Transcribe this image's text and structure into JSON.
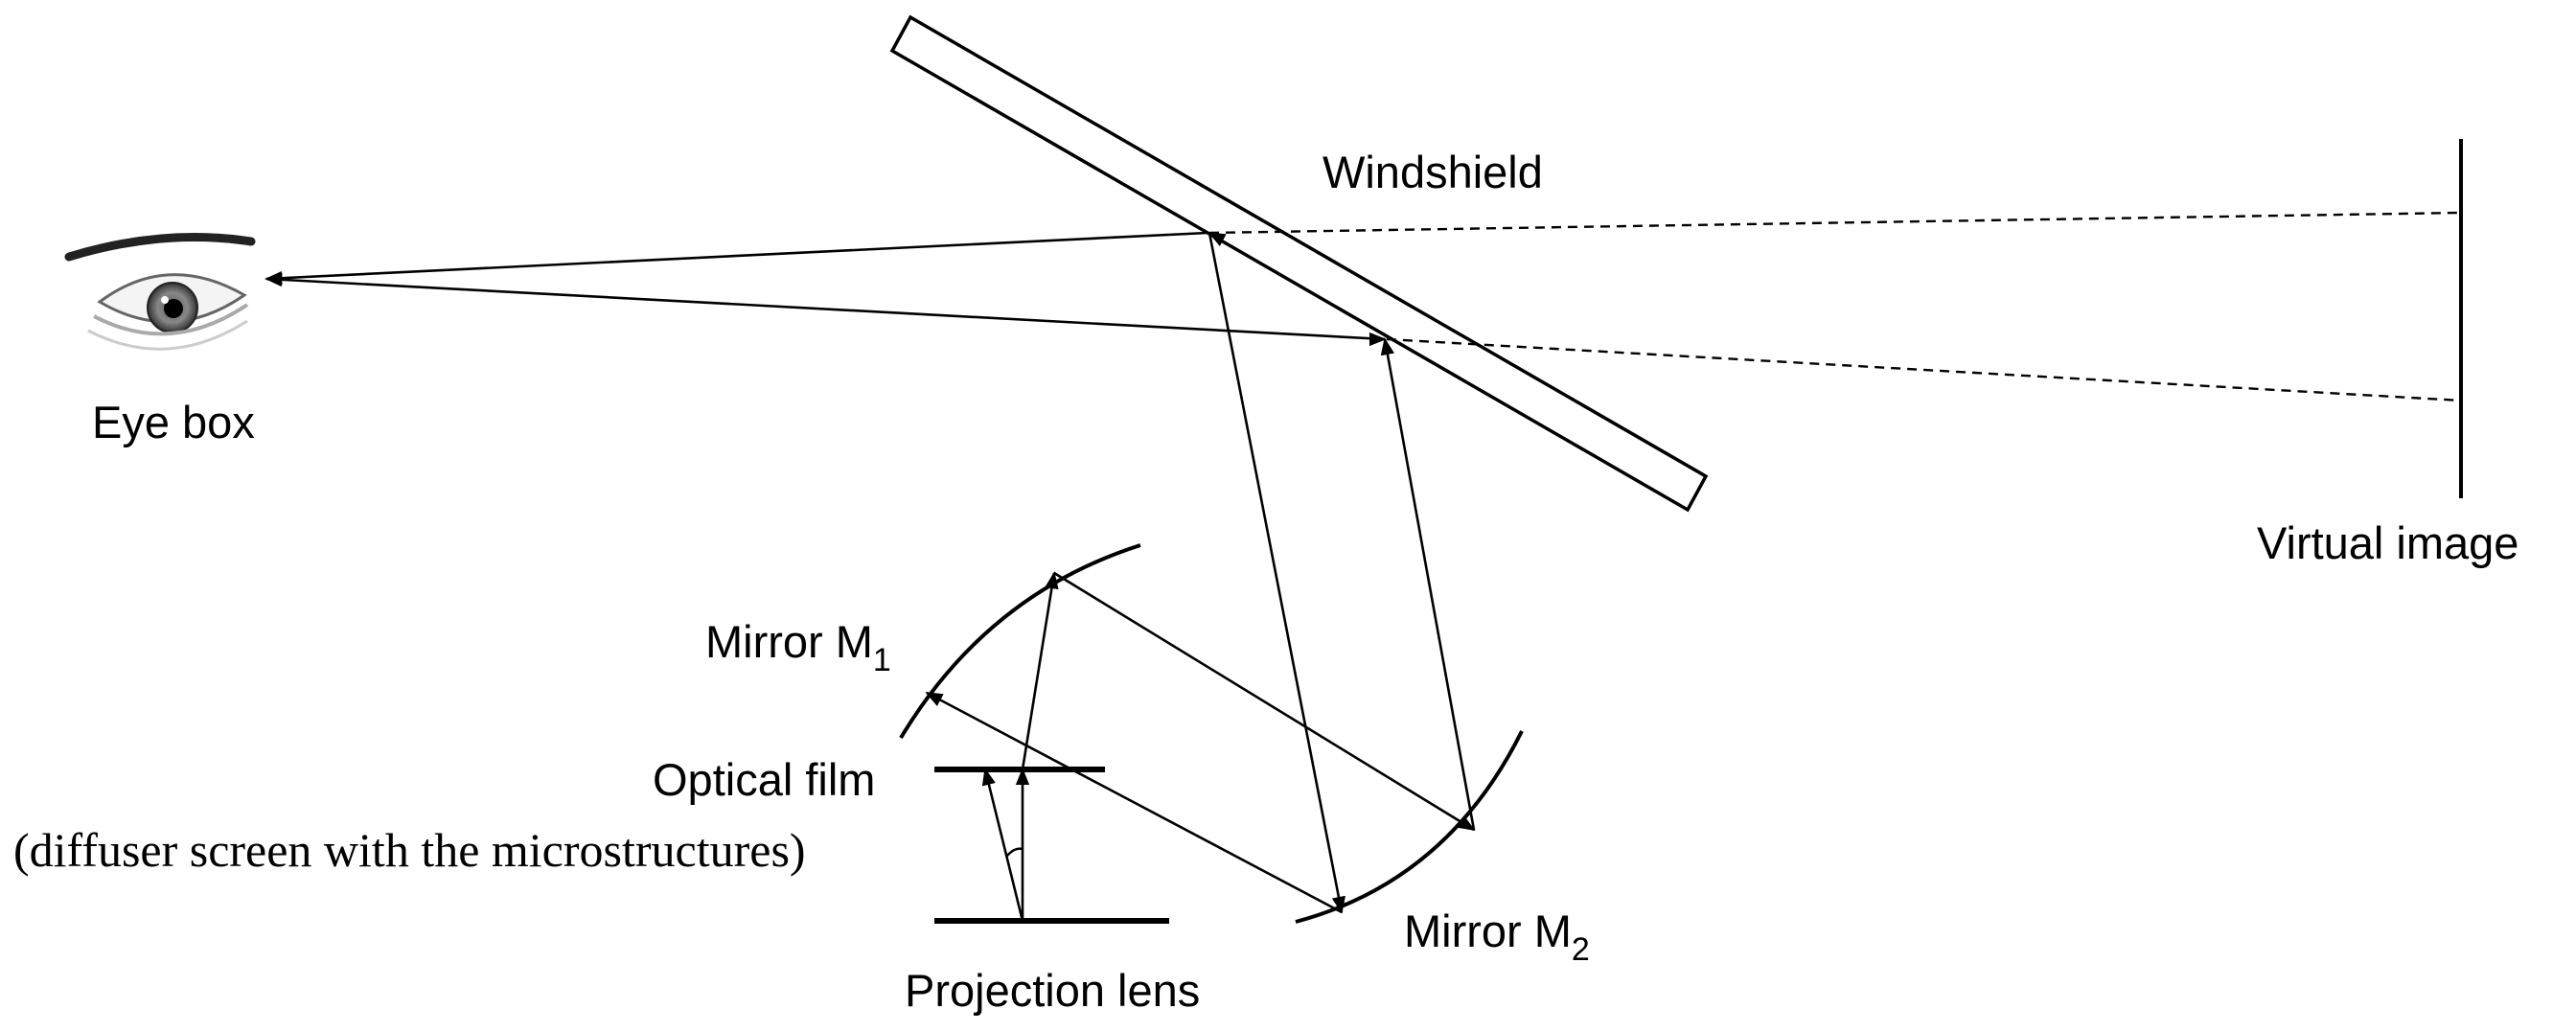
{
  "labels": {
    "windshield": "Windshield",
    "eye_box": "Eye box",
    "virtual_image": "Virtual image",
    "mirror_m1_prefix": "Mirror M",
    "mirror_m1_sub": "1",
    "mirror_m2_prefix": "Mirror M",
    "mirror_m2_sub": "2",
    "optical_film": "Optical film",
    "optical_film_detail": "(diffuser screen with the microstructures)",
    "projection_lens": "Projection lens"
  },
  "icons": {
    "eye": "eye-icon"
  }
}
